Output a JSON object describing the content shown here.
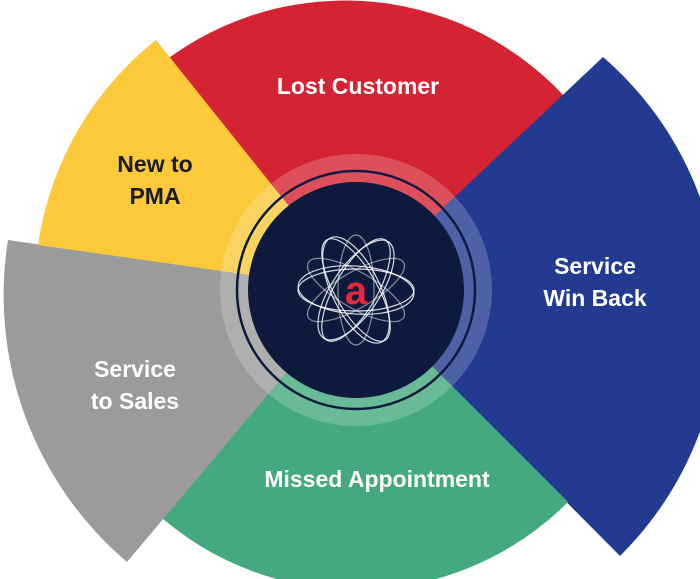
{
  "segments": {
    "lost_customer": {
      "label": "Lost Customer",
      "color": "#d42433"
    },
    "new_to_pma": {
      "line1": "New to",
      "line2": "PMA",
      "color": "#fbc93a"
    },
    "service_win_back": {
      "line1": "Service",
      "line2": "Win Back",
      "color": "#223a90"
    },
    "service_to_sales": {
      "line1": "Service",
      "line2": "to Sales",
      "color": "#9b9b9b"
    },
    "missed_appointment": {
      "label": "Missed Appointment",
      "color": "#44a97e"
    }
  },
  "center": {
    "logo_letter": "a",
    "background_color": "#0d1a3d",
    "accent_color": "#e5283a"
  }
}
